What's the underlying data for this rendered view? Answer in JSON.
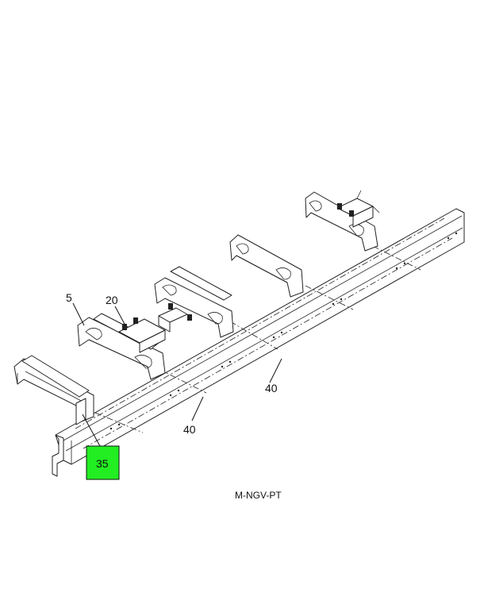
{
  "callouts": {
    "c5": "5",
    "c20": "20",
    "c40a": "40",
    "c40b": "40",
    "c35": "35"
  },
  "drawing_code": "M-NGV-PT",
  "colors": {
    "highlight": "#22ee22",
    "line": "#222222",
    "background": "#ffffff"
  }
}
